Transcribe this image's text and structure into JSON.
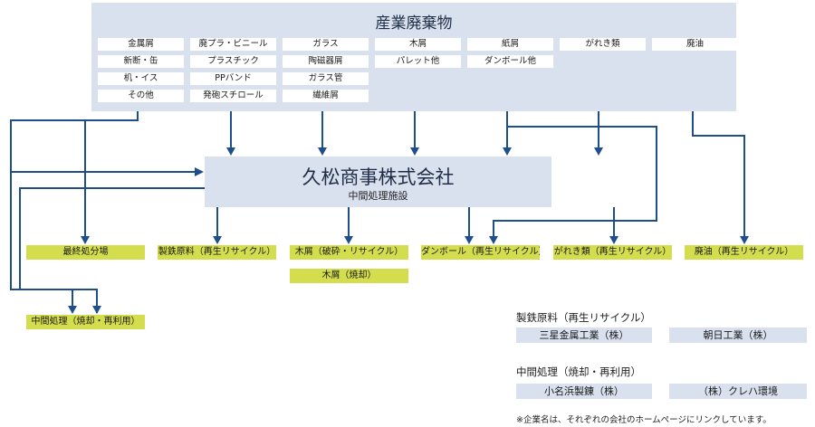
{
  "source": {
    "title": "産業廃棄物",
    "columns": [
      [
        "金属屑",
        "新断・缶",
        "机・イス",
        "その他"
      ],
      [
        "廃プラ・ビニール",
        "プラスチック",
        "PPバンド",
        "発砲スチロール"
      ],
      [
        "ガラス",
        "陶磁器屑",
        "ガラス管",
        "繊維屑"
      ],
      [
        "木屑",
        "パレット他"
      ],
      [
        "紙屑",
        "ダンボール他"
      ],
      [
        "がれき類"
      ],
      [
        "廃油"
      ]
    ]
  },
  "hub": {
    "title": "久松商事株式会社",
    "subtitle": "中間処理施設"
  },
  "destinations": {
    "final_disposal": "最終処分場",
    "steel_material": "製鉄原料（再生リサイクル）",
    "wood_crush": "木屑（破砕・リサイクル）",
    "wood_burn": "木屑（焼却）",
    "cardboard": "ダンボール（再生リサイクル）",
    "rubble": "がれき類（再生リサイクル）",
    "waste_oil": "廃油（再生リサイクル）",
    "intermediate": "中間処理（焼却・再利用）"
  },
  "partners": {
    "steel_heading": "製鉄原料（再生リサイクル）",
    "steel_companies": [
      "三星金属工業（株）",
      "朝日工業（株）"
    ],
    "inter_heading": "中間処理（焼却・再利用）",
    "inter_companies": [
      "小名浜製錬（株）",
      "（株）クレハ環境"
    ]
  },
  "note": "※企業名は、それぞれの会社のホームページにリンクしています。",
  "colors": {
    "line": "#1f4e8c",
    "panel": "#d9e1ee",
    "destination": "#d4dd4e"
  }
}
